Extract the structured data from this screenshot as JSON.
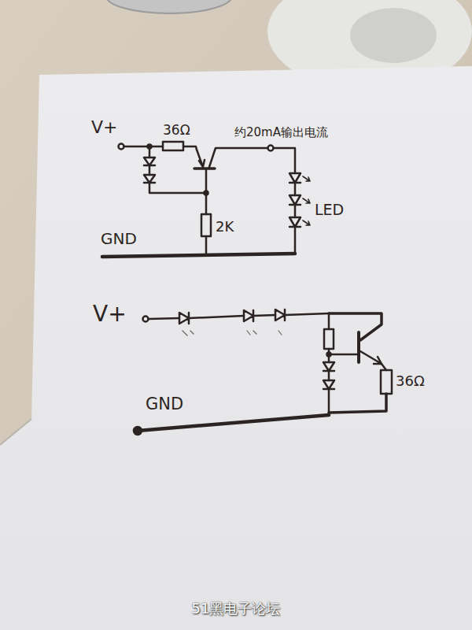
{
  "diagram": {
    "labels": [
      "V+",
      "36Ω",
      "约20mA输出电流",
      "LED",
      "2K",
      "GND",
      "V+",
      "36Ω",
      "GND",
      "51黑电子论坛"
    ]
  }
}
